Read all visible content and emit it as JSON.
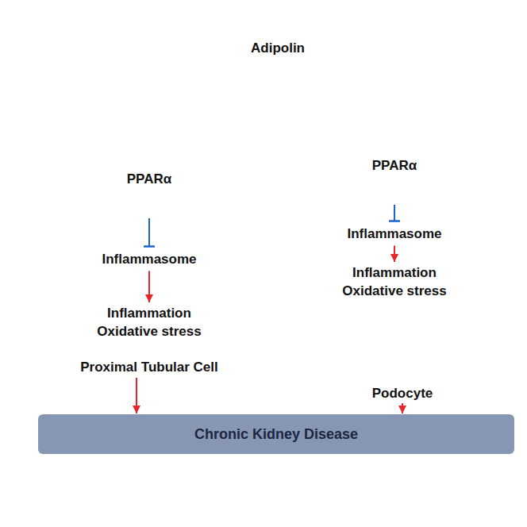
{
  "diagram": {
    "title": "Adipolin",
    "nodes": [
      {
        "text": [
          "Proximal Tubular Cell"
        ]
      },
      {
        "text": [
          "PPARα"
        ],
        "in": 0
      },
      {
        "text": [
          "Inflammasome"
        ],
        "in": 0
      },
      {
        "text": [
          "Inflammation",
          "Oxidative stress"
        ],
        "in": 0
      },
      {
        "text": [
          "Podocyte"
        ]
      },
      {
        "text": [
          "PPARα"
        ],
        "in": 4
      },
      {
        "text": [
          "Inflammasome"
        ],
        "in": 4
      },
      {
        "text": [
          "Inflammation",
          "Oxidative stress"
        ],
        "in": 4
      },
      {
        "text": [
          "Chronic Kidney Disease"
        ]
      }
    ],
    "edges": [
      {
        "from": 1,
        "to": 2,
        "arrow": "to"
      },
      {
        "from": 2,
        "to": 3,
        "arrow": "to"
      },
      {
        "from": 5,
        "to": 6,
        "arrow": "to"
      },
      {
        "from": 6,
        "to": 7,
        "arrow": "to"
      },
      {
        "from": 0,
        "to": 8,
        "arrow": "to"
      },
      {
        "from": 4,
        "to": 8,
        "arrow": "to"
      }
    ]
  }
}
